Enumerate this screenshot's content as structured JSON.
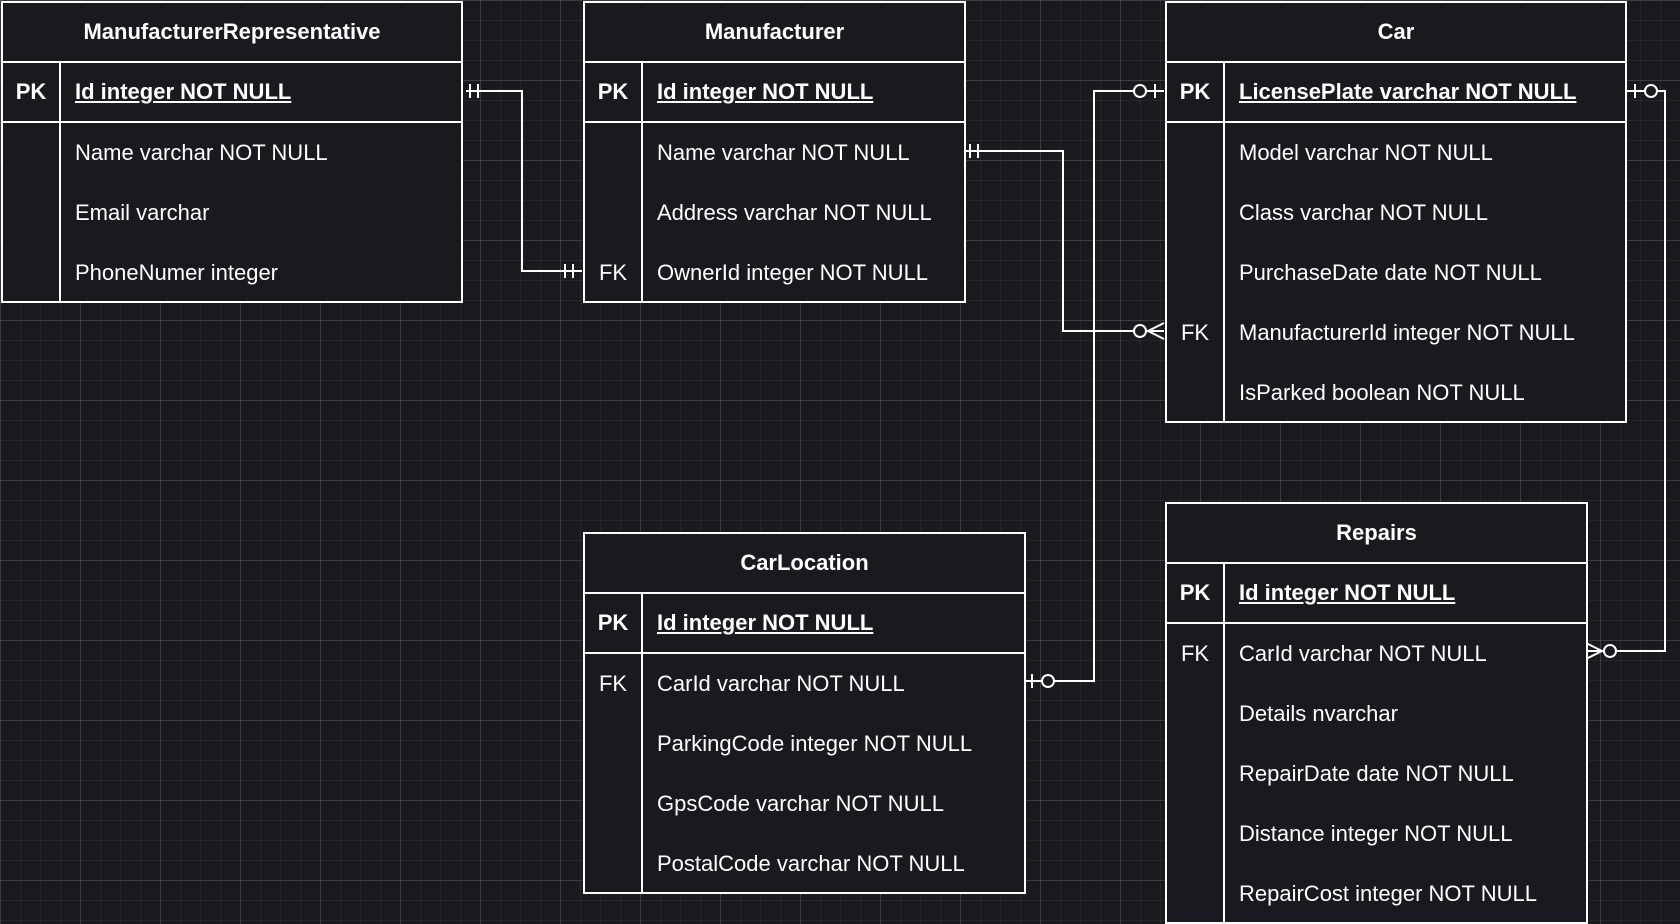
{
  "entities": [
    {
      "id": "manufacturer-representative",
      "name": "ManufacturerRepresentative",
      "pk": [
        {
          "key": "PK",
          "field": "Id integer NOT NULL"
        }
      ],
      "rows": [
        {
          "key": "",
          "field": "Name varchar NOT NULL"
        },
        {
          "key": "",
          "field": "Email varchar"
        },
        {
          "key": "",
          "field": "PhoneNumer integer"
        }
      ]
    },
    {
      "id": "manufacturer",
      "name": "Manufacturer",
      "pk": [
        {
          "key": "PK",
          "field": "Id integer NOT NULL"
        }
      ],
      "rows": [
        {
          "key": "",
          "field": "Name varchar NOT NULL"
        },
        {
          "key": "",
          "field": "Address varchar NOT NULL"
        },
        {
          "key": "FK",
          "field": "OwnerId integer NOT NULL"
        }
      ]
    },
    {
      "id": "car",
      "name": "Car",
      "pk": [
        {
          "key": "PK",
          "field": "LicensePlate varchar NOT NULL"
        }
      ],
      "rows": [
        {
          "key": "",
          "field": "Model varchar NOT NULL"
        },
        {
          "key": "",
          "field": "Class varchar NOT NULL"
        },
        {
          "key": "",
          "field": "PurchaseDate date NOT NULL"
        },
        {
          "key": "FK",
          "field": "ManufacturerId integer NOT NULL"
        },
        {
          "key": "",
          "field": "IsParked boolean NOT NULL"
        }
      ]
    },
    {
      "id": "car-location",
      "name": "CarLocation",
      "pk": [
        {
          "key": "PK",
          "field": "Id integer NOT NULL"
        }
      ],
      "rows": [
        {
          "key": "FK",
          "field": "CarId varchar NOT NULL"
        },
        {
          "key": "",
          "field": "ParkingCode integer NOT NULL"
        },
        {
          "key": "",
          "field": "GpsCode varchar NOT NULL"
        },
        {
          "key": "",
          "field": "PostalCode varchar NOT NULL"
        }
      ]
    },
    {
      "id": "repairs",
      "name": "Repairs",
      "pk": [
        {
          "key": "PK",
          "field": "Id integer NOT NULL"
        }
      ],
      "rows": [
        {
          "key": "FK",
          "field": "CarId varchar NOT NULL"
        },
        {
          "key": "",
          "field": "Details nvarchar"
        },
        {
          "key": "",
          "field": "RepairDate date NOT NULL"
        },
        {
          "key": "",
          "field": "Distance integer NOT NULL"
        },
        {
          "key": "",
          "field": "RepairCost integer NOT NULL"
        }
      ]
    }
  ],
  "relationships": [
    {
      "from": "ManufacturerRepresentative.Id",
      "from_cardinality": "one-and-only-one",
      "to": "Manufacturer.OwnerId",
      "to_cardinality": "one-and-only-one"
    },
    {
      "from": "Manufacturer.Name",
      "from_cardinality": "one-and-only-one",
      "to": "Car.ManufacturerId",
      "to_cardinality": "zero-or-many"
    },
    {
      "from": "CarLocation.CarId",
      "from_cardinality": "zero-or-one",
      "to": "Car.LicensePlate",
      "to_cardinality": "zero-or-one"
    },
    {
      "from": "Car.LicensePlate",
      "from_cardinality": "zero-or-one",
      "to": "Repairs.CarId",
      "to_cardinality": "zero-or-many"
    }
  ],
  "colors": {
    "background": "#1b1820",
    "line": "#ffffff",
    "text": "#ffffff"
  }
}
